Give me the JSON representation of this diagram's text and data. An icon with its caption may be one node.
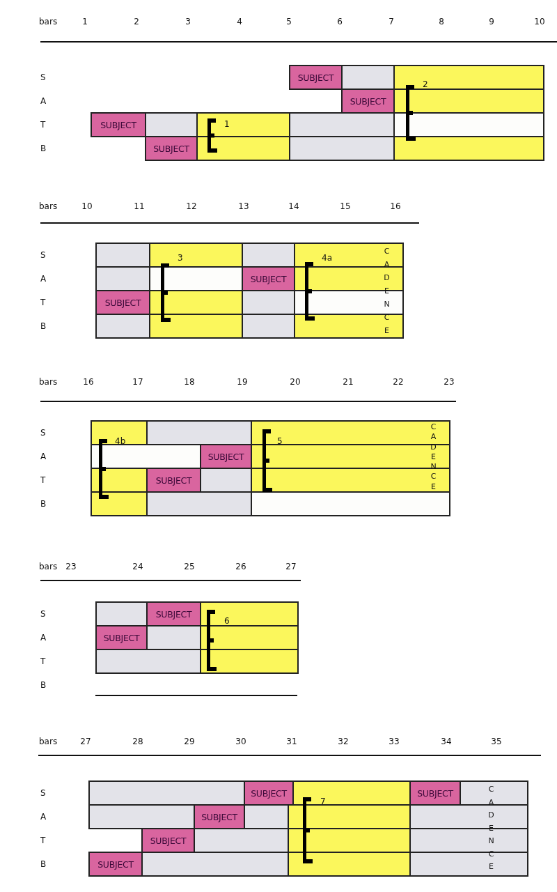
{
  "diagram": {
    "nodes": [
      {
        "text": [
          "SUBJECT"
        ]
      },
      {
        "text": [],
        "shape": "box"
      },
      {
        "text": [],
        "shape": "box"
      },
      {
        "text": [
          "SUBJECT"
        ]
      },
      {
        "text": [],
        "shape": "box"
      },
      {
        "text": [
          "SUBJECT"
        ]
      },
      {
        "text": [],
        "shape": "box"
      },
      {
        "text": [],
        "shape": "box"
      },
      {
        "text": [],
        "shape": "box"
      },
      {
        "text": [],
        "shape": "box"
      },
      {
        "text": [
          "SUBJECT"
        ]
      },
      {
        "text": [],
        "shape": "box"
      },
      {
        "text": [],
        "shape": "box"
      },
      {
        "text": [],
        "shape": "box"
      },
      {
        "text": [],
        "shape": "box"
      },
      {
        "text": [],
        "shape": "box"
      },
      {
        "text": [],
        "shape": "box"
      },
      {
        "text": [],
        "shape": "box"
      },
      {
        "text": [],
        "shape": "box"
      },
      {
        "text": [],
        "shape": "box"
      },
      {
        "text": [
          "SUBJECT"
        ]
      },
      {
        "text": [],
        "shape": "box"
      },
      {
        "text": [
          "SUBJECT"
        ]
      },
      {
        "text": [],
        "shape": "box"
      },
      {
        "text": [],
        "shape": "box"
      },
      {
        "text": [],
        "shape": "box"
      },
      {
        "text": [],
        "shape": "box"
      },
      {
        "text": [],
        "shape": "box"
      },
      {
        "text": [],
        "shape": "box"
      },
      {
        "text": [],
        "shape": "box"
      },
      {
        "text": [],
        "shape": "box"
      },
      {
        "text": [],
        "shape": "box"
      },
      {
        "text": [],
        "shape": "box"
      },
      {
        "text": [],
        "shape": "box"
      },
      {
        "text": [
          "SUBJECT"
        ]
      },
      {
        "text": [],
        "shape": "box"
      },
      {
        "text": [],
        "shape": "box"
      },
      {
        "text": [
          "SUBJECT"
        ]
      },
      {
        "text": [],
        "shape": "box"
      },
      {
        "text": [],
        "shape": "box"
      },
      {
        "text": [],
        "shape": "box"
      },
      {
        "text": [],
        "shape": "box"
      },
      {
        "text": [],
        "shape": "box"
      },
      {
        "text": [],
        "shape": "box"
      },
      {
        "text": [
          "SUBJECT"
        ]
      },
      {
        "text": [],
        "shape": "box"
      },
      {
        "text": [
          "SUBJECT"
        ]
      },
      {
        "text": [],
        "shape": "box"
      },
      {
        "text": [],
        "shape": "box"
      },
      {
        "text": [],
        "shape": "box"
      },
      {
        "text": [],
        "shape": "box"
      },
      {
        "text": [],
        "shape": "box"
      },
      {
        "text": [
          "SUBJECT"
        ]
      },
      {
        "text": [],
        "shape": "box"
      },
      {
        "text": [
          "SUBJECT"
        ]
      },
      {
        "text": [],
        "shape": "box"
      },
      {
        "text": [],
        "shape": "box"
      },
      {
        "text": [
          "SUBJECT"
        ]
      },
      {
        "text": [],
        "shape": "box"
      },
      {
        "text": [],
        "shape": "box"
      },
      {
        "text": [],
        "shape": "box"
      },
      {
        "text": [
          "SUBJECT"
        ]
      },
      {
        "text": [],
        "shape": "box"
      },
      {
        "text": [],
        "shape": "box"
      },
      {
        "text": [],
        "shape": "box"
      },
      {
        "text": [
          "SUBJECT"
        ]
      },
      {
        "text": [],
        "shape": "box"
      },
      {
        "text": [],
        "shape": "box"
      },
      {
        "text": [],
        "shape": "box"
      }
    ],
    "labels": [
      "bars",
      "1",
      "2",
      "3",
      "4",
      "5",
      "6",
      "7",
      "8",
      "9",
      "10",
      "S",
      "A",
      "T",
      "B",
      "2",
      "1",
      "bars",
      "10",
      "11",
      "12",
      "13",
      "14",
      "15",
      "16",
      "S",
      "A",
      "T",
      "B",
      "3",
      "4a",
      "CADENCE",
      "bars",
      "16",
      "17",
      "18",
      "19",
      "20",
      "21",
      "22",
      "23",
      "S",
      "A",
      "T",
      "B",
      "4b",
      "5",
      "CADENCE",
      "bars",
      "23",
      "24",
      "25",
      "26",
      "27",
      "S",
      "A",
      "T",
      "B",
      "6",
      "bars",
      "27",
      "28",
      "29",
      "30",
      "31",
      "32",
      "33",
      "34",
      "35",
      "S",
      "A",
      "T",
      "B",
      "7",
      "CADENCE"
    ]
  }
}
